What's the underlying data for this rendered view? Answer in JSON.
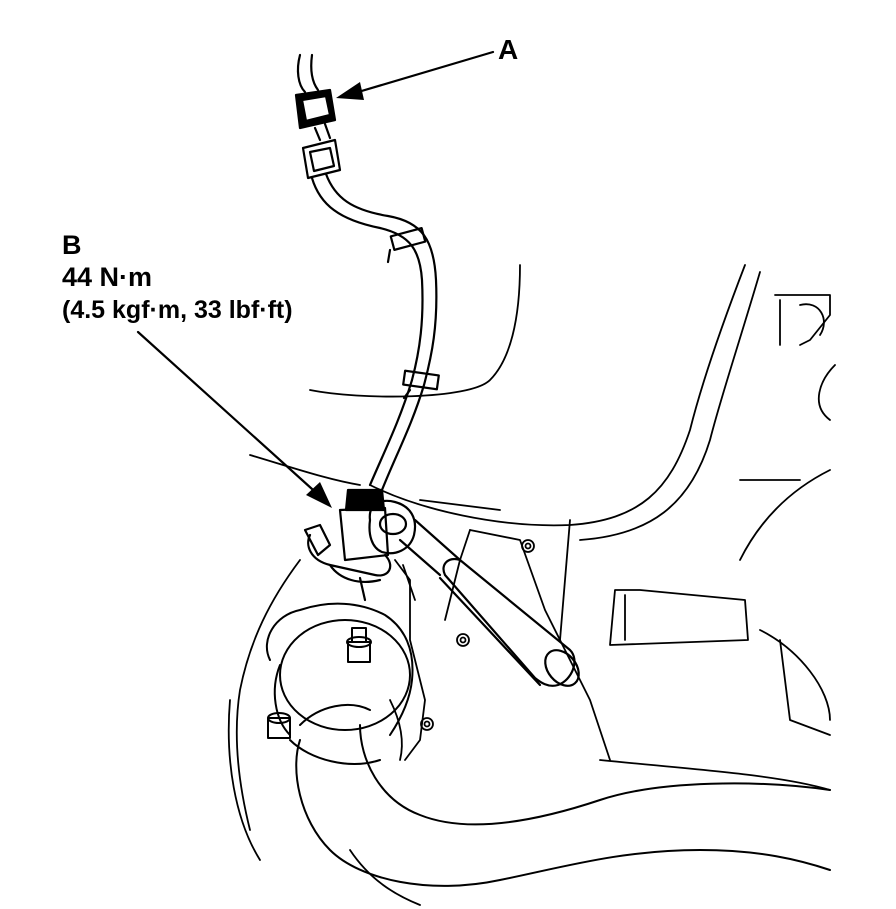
{
  "callouts": {
    "a": {
      "letter": "A"
    },
    "b": {
      "letter": "B",
      "torque_nm": "44 N·m",
      "torque_alt": "(4.5 kgf·m, 33 lbf·ft)"
    }
  },
  "colors": {
    "ink": "#000000",
    "paper": "#ffffff"
  }
}
